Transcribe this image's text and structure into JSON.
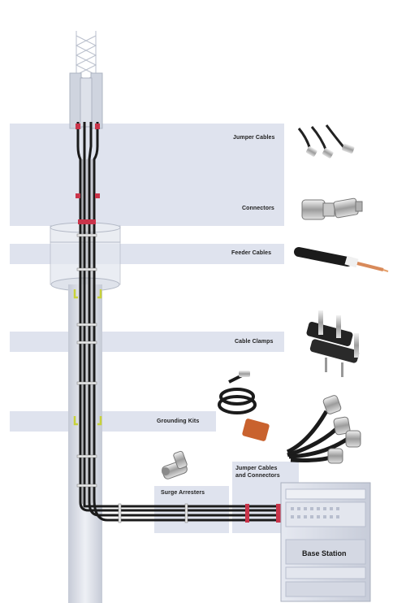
{
  "labels": {
    "jumper_cables": "Jumper Cables",
    "connectors": "Connectors",
    "feeder_cables": "Feeder Cables",
    "cable_clamps": "Cable Clamps",
    "grounding_kits": "Grounding Kits",
    "surge_arresters": "Surge Arresters",
    "jumper_cables_and_connectors_line1": "Jumper Cables",
    "jumper_cables_and_connectors_line2": "and Connectors",
    "base_station": "Base Station"
  },
  "colors": {
    "band": "#dfe3ee",
    "cable": "#1b1b1b",
    "connector_red": "#c9344a",
    "clamp_green": "#c8d23a",
    "tower": "#d8dce6",
    "cabinet": "#d9dde8"
  }
}
